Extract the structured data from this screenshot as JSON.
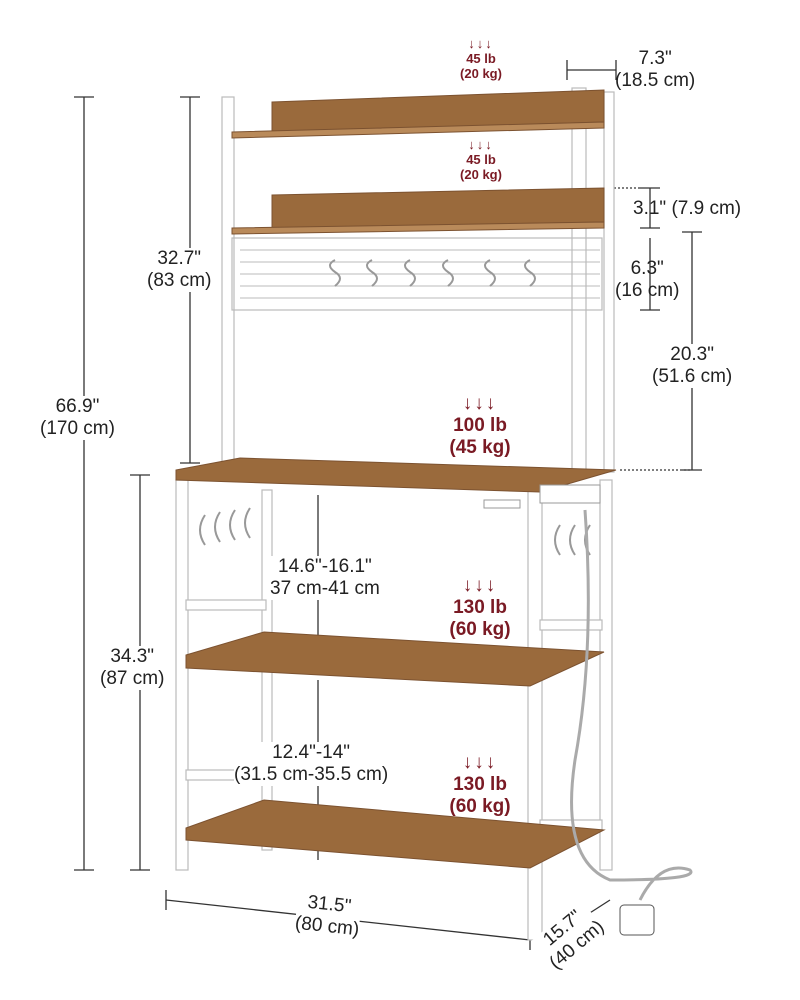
{
  "colors": {
    "wood": "#9a6a3c",
    "wood_dark": "#7c5230",
    "frame": "#ffffff",
    "frame_edge": "#cfcfcf",
    "load_text": "#7a1a24",
    "dim_line": "#333333"
  },
  "loads": {
    "top_shelf": {
      "lb": "45 lb",
      "kg": "(20 kg)"
    },
    "second_shelf": {
      "lb": "45 lb",
      "kg": "(20 kg)"
    },
    "worktop": {
      "lb": "100 lb",
      "kg": "(45 kg)"
    },
    "middle_shelf": {
      "lb": "130 lb",
      "kg": "(60 kg)"
    },
    "bottom_shelf": {
      "lb": "130 lb",
      "kg": "(60 kg)"
    }
  },
  "dimensions": {
    "hutch_depth": {
      "in": "7.3\"",
      "cm": "(18.5 cm)"
    },
    "shelf_gap": {
      "in": "3.1\"",
      "cm": "(7.9 cm)"
    },
    "grid_height": {
      "in": "6.3\"",
      "cm": "(16 cm)"
    },
    "hutch_clearance": {
      "in": "20.3\"",
      "cm": "(51.6 cm)"
    },
    "hutch_height": {
      "in": "32.7\"",
      "cm": "(83 cm)"
    },
    "total_height": {
      "in": "66.9\"",
      "cm": "(170 cm)"
    },
    "upper_gap": {
      "in": "14.6\"-16.1\"",
      "cm": "37 cm-41 cm"
    },
    "base_height": {
      "in": "34.3\"",
      "cm": "(87 cm)"
    },
    "lower_gap": {
      "in": "12.4\"-14\"",
      "cm": "(31.5 cm-35.5 cm)"
    },
    "width": {
      "in": "31.5\"",
      "cm": "(80 cm)"
    },
    "depth": {
      "in": "15.7\"",
      "cm": "(40 cm)"
    }
  },
  "arrow_icon": "down-arrow-icon"
}
